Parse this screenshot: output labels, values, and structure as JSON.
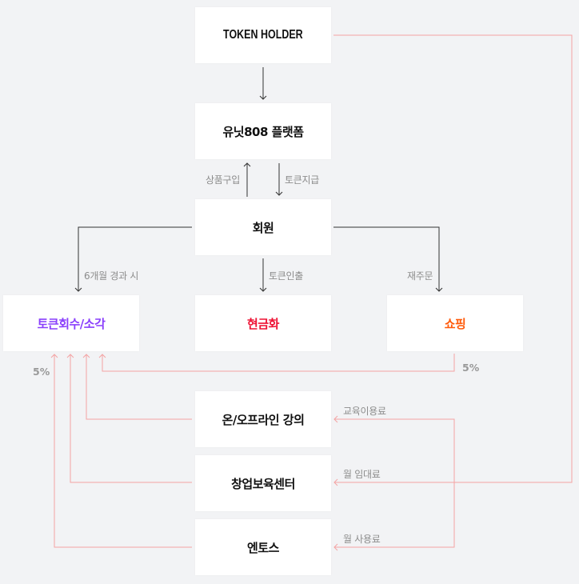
{
  "diagram": {
    "nodes": {
      "token_holder": {
        "label": "TOKEN HOLDER"
      },
      "platform": {
        "label": "유닛808 플랫폼"
      },
      "member": {
        "label": "회원"
      },
      "token_burn": {
        "label": "토큰회수/소각",
        "color": "#8a3ffc"
      },
      "cash": {
        "label": "현금화",
        "color": "#ee1133"
      },
      "shopping": {
        "label": "쇼핑",
        "color": "#ff5a0a"
      },
      "lecture": {
        "label": "온/오프라인 강의"
      },
      "incubator": {
        "label": "창업보육센터"
      },
      "entos": {
        "label": "엔토스"
      }
    },
    "edge_labels": {
      "purchase": "상품구입",
      "token_pay": "토큰지급",
      "after_6_months": "6개월 경과 시",
      "token_withdraw": "토큰인출",
      "reorder": "재주문",
      "shopping_pct": "5%",
      "burn_pct": "5%",
      "education_fee": "교육이용료",
      "monthly_rent": "월 임대료",
      "monthly_usage": "월 사용료"
    },
    "colors": {
      "dark_line": "#333333",
      "pink_line": "#f4a3a3",
      "background": "#f2f3f5"
    }
  }
}
